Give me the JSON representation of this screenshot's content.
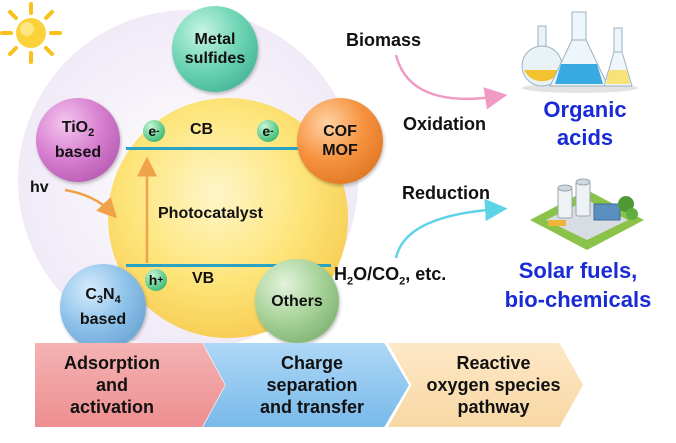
{
  "catalyst": {
    "label": "Photocatalyst",
    "cb_label": "CB",
    "vb_label": "VB",
    "electron": "e",
    "electron_charge": "-",
    "hole": "h",
    "hole_charge": "+",
    "light_label": "hv"
  },
  "materials": {
    "tio2": {
      "main": "TiO",
      "sub": "2",
      "line2": "based"
    },
    "metal_sulfides": {
      "line1": "Metal",
      "line2": "sulfides"
    },
    "cof_mof": {
      "line1": "COF",
      "line2": "MOF"
    },
    "c3n4": {
      "c": "C",
      "sub1": "3",
      "n": "N",
      "sub2": "4",
      "line2": "based"
    },
    "others": {
      "line1": "Others"
    }
  },
  "pathways": {
    "biomass": "Biomass",
    "oxidation": "Oxidation",
    "organic_acids_line1": "Organic",
    "organic_acids_line2": "acids",
    "reduction": "Reduction",
    "h2o_co2_prefix": "H",
    "h2o_co2_sub1": "2",
    "h2o_co2_mid": "O/CO",
    "h2o_co2_sub2": "2",
    "h2o_co2_suffix": ", etc.",
    "solar_fuels_line1": "Solar fuels,",
    "solar_fuels_line2": "bio-chemicals"
  },
  "steps": [
    {
      "line1": "Adsorption",
      "line2": "and",
      "line3": "activation"
    },
    {
      "line1": "Charge",
      "line2": "separation",
      "line3": "and transfer"
    },
    {
      "line1": "Reactive",
      "line2": "oxygen species",
      "line3": "pathway"
    }
  ],
  "colors": {
    "product_text": "#1a2bd6",
    "band_line": "#29a3c4",
    "oxidation_arrow": "#f19ac4",
    "reduction_arrow": "#5fd3e6",
    "light_arrow": "#f0a24a"
  },
  "icons": [
    "sun-icon",
    "flask-icon",
    "factory-icon"
  ]
}
